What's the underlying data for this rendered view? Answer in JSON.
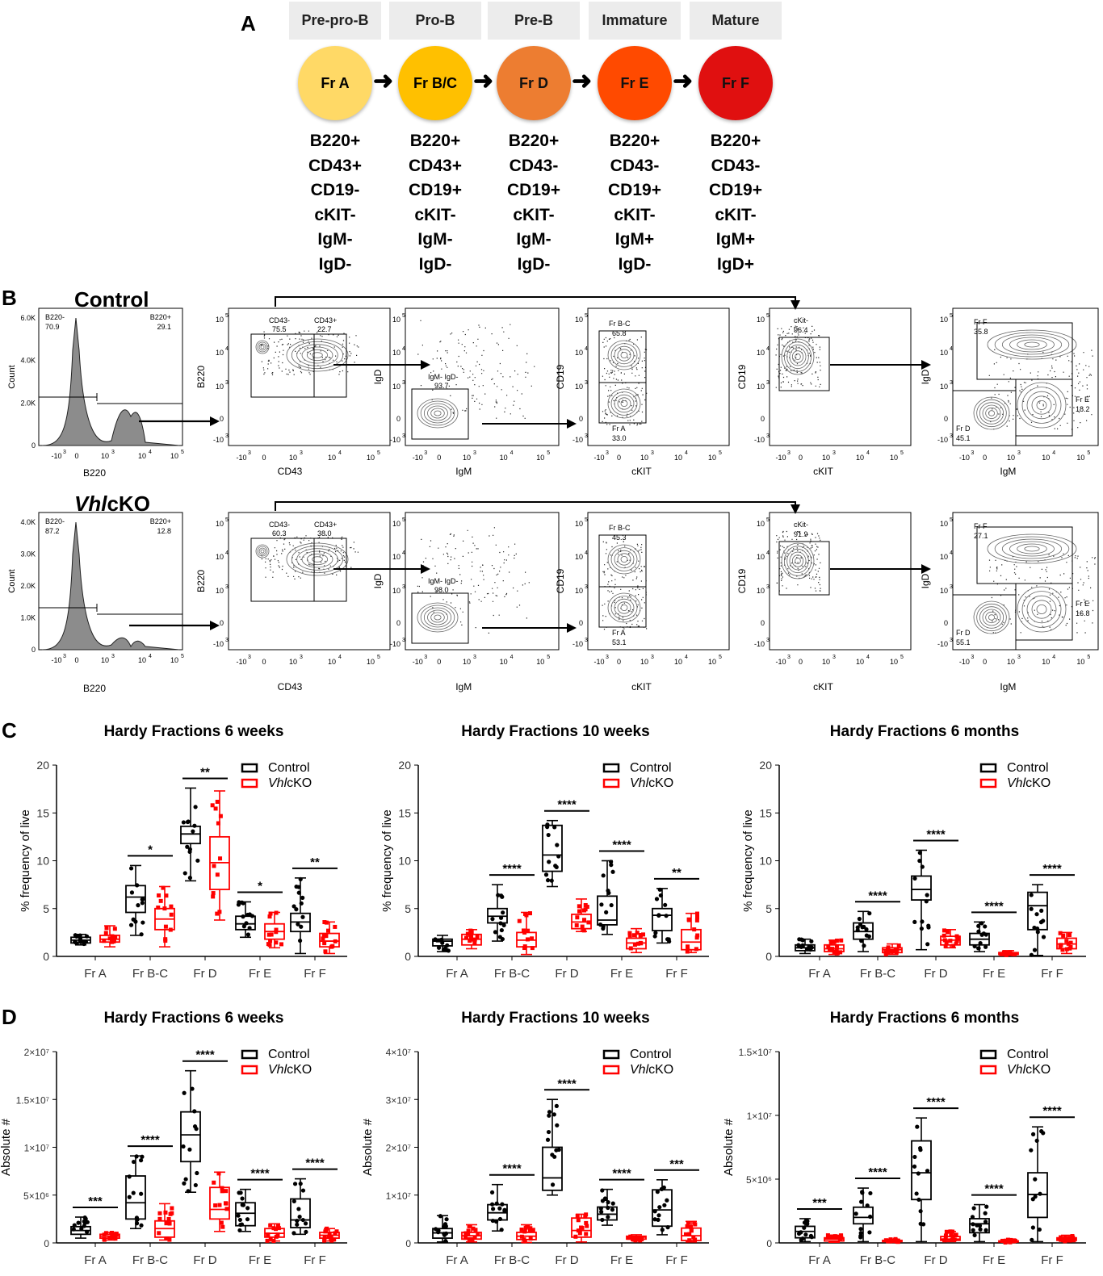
{
  "panel_labels": {
    "a": "A",
    "b": "B",
    "c": "C",
    "d": "D"
  },
  "panel_a": {
    "stages": [
      {
        "stage": "Pre-pro-B",
        "fraction": "Fr A",
        "color": "#ffd966",
        "markers": [
          "B220+",
          "CD43+",
          "CD19-",
          "cKIT-",
          "IgM-",
          "IgD-"
        ]
      },
      {
        "stage": "Pro-B",
        "fraction": "Fr B/C",
        "color": "#ffc000",
        "markers": [
          "B220+",
          "CD43+",
          "CD19+",
          "cKIT-",
          "IgM-",
          "IgD-"
        ]
      },
      {
        "stage": "Pre-B",
        "fraction": "Fr D",
        "color": "#ed7d31",
        "markers": [
          "B220+",
          "CD43-",
          "CD19+",
          "cKIT-",
          "IgM-",
          "IgD-"
        ]
      },
      {
        "stage": "Immature",
        "fraction": "Fr E",
        "color": "#ff4a00",
        "markers": [
          "B220+",
          "CD43-",
          "CD19+",
          "cKIT-",
          "IgM+",
          "IgD-"
        ]
      },
      {
        "stage": "Mature",
        "fraction": "Fr F",
        "color": "#e01010",
        "markers": [
          "B220+",
          "CD43-",
          "CD19+",
          "cKIT-",
          "IgM+",
          "IgD+"
        ]
      }
    ]
  },
  "panel_b": {
    "rows": [
      {
        "title": "Control",
        "title_italic": "",
        "title_rest": "Control",
        "hist": {
          "yticks": [
            "6.0K",
            "4.0K",
            "2.0K",
            "0"
          ],
          "ylabel": "Count",
          "xlabel": "B220",
          "neg_label": "B220-",
          "neg_val": "70.9",
          "pos_label": "B220+",
          "pos_val": "29.1"
        },
        "plots": [
          {
            "xlabel": "CD43",
            "ylabel": "B220",
            "gates": [
              "CD43-",
              "75.5",
              "CD43+",
              "22.7"
            ]
          },
          {
            "xlabel": "IgM",
            "ylabel": "IgD",
            "gates": [
              "IgM- IgD-",
              "93.7"
            ]
          },
          {
            "xlabel": "cKIT",
            "ylabel": "CD19",
            "gates": [
              "Fr B-C",
              "65.8",
              "Fr A",
              "33.0"
            ]
          },
          {
            "xlabel": "cKIT",
            "ylabel": "CD19",
            "gates": [
              "cKit-",
              "96.4"
            ]
          },
          {
            "xlabel": "IgM",
            "ylabel": "IgD",
            "gates": [
              "Fr F",
              "35.8",
              "Fr E",
              "18.2",
              "Fr D",
              "45.1"
            ]
          }
        ]
      },
      {
        "title": "VhlcKO",
        "title_italic": "Vhl",
        "title_rest": "cKO",
        "hist": {
          "yticks": [
            "4.0K",
            "3.0K",
            "2.0K",
            "1.0K",
            "0"
          ],
          "ylabel": "Count",
          "xlabel": "B220",
          "neg_label": "B220-",
          "neg_val": "87.2",
          "pos_label": "B220+",
          "pos_val": "12.8"
        },
        "plots": [
          {
            "xlabel": "CD43",
            "ylabel": "B220",
            "gates": [
              "CD43-",
              "60.3",
              "CD43+",
              "38.0"
            ]
          },
          {
            "xlabel": "IgM",
            "ylabel": "IgD",
            "gates": [
              "IgM- IgD-",
              "98.0"
            ]
          },
          {
            "xlabel": "cKIT",
            "ylabel": "CD19",
            "gates": [
              "Fr B-C",
              "45.3",
              "Fr A",
              "53.1"
            ]
          },
          {
            "xlabel": "cKIT",
            "ylabel": "CD19",
            "gates": [
              "cKit-",
              "91.9"
            ]
          },
          {
            "xlabel": "IgM",
            "ylabel": "IgD",
            "gates": [
              "Fr F",
              "27.1",
              "Fr E",
              "16.8",
              "Fr D",
              "55.1"
            ]
          }
        ]
      }
    ],
    "log_ticks": [
      "-10",
      "0",
      "10",
      "10",
      "10"
    ],
    "log_exps": [
      "3",
      "",
      "3",
      "4",
      "5"
    ],
    "hist_xticks": [
      "-10",
      "0",
      "10",
      "10",
      "10"
    ]
  },
  "chart_data": [
    {
      "type": "box",
      "panel": "C",
      "title": "Hardy Fractions 6 weeks",
      "ylabel": "% frequency of live",
      "xlabel": "",
      "ylim": [
        0,
        20
      ],
      "yticks": [
        "0",
        "5",
        "10",
        "15",
        "20"
      ],
      "categories": [
        "Fr A",
        "Fr B-C",
        "Fr D",
        "Fr E",
        "Fr F"
      ],
      "legend": {
        "position": "top-right"
      },
      "series": [
        {
          "name": "Control",
          "color": "#000000",
          "boxes": [
            [
              1.2,
              1.4,
              1.7,
              2.0,
              2.3
            ],
            [
              2.2,
              4.6,
              6.2,
              7.4,
              9.5
            ],
            [
              7.9,
              11.8,
              12.8,
              13.6,
              17.6
            ],
            [
              2.0,
              2.8,
              3.4,
              4.2,
              5.7
            ],
            [
              0.3,
              2.6,
              3.6,
              4.5,
              8.2
            ]
          ]
        },
        {
          "name": "VhlcKO",
          "color": "#ff0000",
          "boxes": [
            [
              1.0,
              1.5,
              1.8,
              2.2,
              3.2
            ],
            [
              1.0,
              2.8,
              3.9,
              5.0,
              7.3
            ],
            [
              3.8,
              7.0,
              9.8,
              12.5,
              17.3
            ],
            [
              0.9,
              1.8,
              2.6,
              3.4,
              4.6
            ],
            [
              0.3,
              1.0,
              1.6,
              2.4,
              3.6
            ]
          ]
        }
      ],
      "significance": [
        "",
        "*",
        "**",
        "*",
        "**"
      ]
    },
    {
      "type": "box",
      "panel": "C",
      "title": "Hardy Fractions 10 weeks",
      "ylabel": "% frequency of live",
      "xlabel": "",
      "ylim": [
        0,
        20
      ],
      "yticks": [
        "0",
        "5",
        "10",
        "15",
        "20"
      ],
      "categories": [
        "Fr A",
        "Fr B-C",
        "Fr D",
        "Fr E",
        "Fr F"
      ],
      "legend": {
        "position": "top-right"
      },
      "series": [
        {
          "name": "Control",
          "color": "#000000",
          "boxes": [
            [
              0.5,
              1.1,
              1.6,
              1.8,
              2.2
            ],
            [
              1.6,
              3.5,
              4.2,
              5.0,
              7.5
            ],
            [
              7.3,
              8.9,
              10.6,
              13.7,
              14.2
            ],
            [
              2.3,
              3.3,
              3.8,
              6.3,
              10.0
            ],
            [
              1.4,
              2.7,
              4.3,
              5.0,
              7.1
            ]
          ]
        },
        {
          "name": "VhlcKO",
          "color": "#ff0000",
          "boxes": [
            [
              0.8,
              1.2,
              1.8,
              2.3,
              2.8
            ],
            [
              0.2,
              1.0,
              1.7,
              2.5,
              4.6
            ],
            [
              2.6,
              2.9,
              3.6,
              4.4,
              6.0
            ],
            [
              0.4,
              0.8,
              1.4,
              1.9,
              2.9
            ],
            [
              0.4,
              0.7,
              1.5,
              2.8,
              4.5
            ]
          ]
        }
      ],
      "significance": [
        "",
        "****",
        "****",
        "****",
        "**"
      ]
    },
    {
      "type": "box",
      "panel": "C",
      "title": "Hardy Fractions 6 months",
      "ylabel": "% frequency of live",
      "xlabel": "",
      "ylim": [
        0,
        20
      ],
      "yticks": [
        "0",
        "5",
        "10",
        "15",
        "20"
      ],
      "categories": [
        "Fr A",
        "Fr B-C",
        "Fr D",
        "Fr E",
        "Fr F"
      ],
      "legend": {
        "position": "top-right"
      },
      "series": [
        {
          "name": "Control",
          "color": "#000000",
          "boxes": [
            [
              0.3,
              0.6,
              0.9,
              1.2,
              1.8
            ],
            [
              0.5,
              1.8,
              2.6,
              3.5,
              4.7
            ],
            [
              0.7,
              5.9,
              7.0,
              8.4,
              11.1
            ],
            [
              0.5,
              1.2,
              1.8,
              2.4,
              3.6
            ],
            [
              0.1,
              2.8,
              5.3,
              6.7,
              7.5
            ]
          ]
        },
        {
          "name": "VhlcKO",
          "color": "#ff0000",
          "boxes": [
            [
              0.2,
              0.5,
              0.8,
              1.2,
              1.7
            ],
            [
              0.2,
              0.4,
              0.7,
              0.9,
              1.3
            ],
            [
              0.9,
              1.2,
              1.7,
              2.1,
              2.8
            ],
            [
              0.1,
              0.2,
              0.3,
              0.4,
              0.6
            ],
            [
              0.3,
              0.8,
              1.3,
              1.9,
              2.5
            ]
          ]
        }
      ],
      "significance": [
        "",
        "****",
        "****",
        "****",
        "****"
      ]
    },
    {
      "type": "box",
      "panel": "D",
      "title": "Hardy Fractions 6 weeks",
      "ylabel": "Absolute #",
      "xlabel": "",
      "ylim": [
        0,
        20000000
      ],
      "yticks": [
        "0",
        "5×10⁶",
        "1×10⁷",
        "1.5×10⁷",
        "2×10⁷"
      ],
      "categories": [
        "Fr A",
        "Fr B-C",
        "Fr D",
        "Fr E",
        "Fr F"
      ],
      "legend": {
        "position": "top-right"
      },
      "series": [
        {
          "name": "Control",
          "color": "#000000",
          "boxes": [
            [
              500000,
              900000,
              1300000,
              1700000,
              2700000
            ],
            [
              1500000,
              2500000,
              4200000,
              7000000,
              9100000
            ],
            [
              5300000,
              8500000,
              11300000,
              13700000,
              18000000
            ],
            [
              1200000,
              1800000,
              3100000,
              4200000,
              5600000
            ],
            [
              900000,
              1600000,
              2400000,
              4600000,
              6700000
            ]
          ]
        },
        {
          "name": "VhlcKO",
          "color": "#ff0000",
          "boxes": [
            [
              300000,
              500000,
              700000,
              900000,
              1100000
            ],
            [
              300000,
              600000,
              1500000,
              2300000,
              4100000
            ],
            [
              1200000,
              2500000,
              3500000,
              5800000,
              7400000
            ],
            [
              200000,
              600000,
              1000000,
              1500000,
              2000000
            ],
            [
              200000,
              500000,
              800000,
              1100000,
              1500000
            ]
          ]
        }
      ],
      "significance": [
        "***",
        "****",
        "****",
        "****",
        "****"
      ]
    },
    {
      "type": "box",
      "panel": "D",
      "title": "Hardy Fractions 10 weeks",
      "ylabel": "Absolute #",
      "xlabel": "",
      "ylim": [
        0,
        40000000
      ],
      "yticks": [
        "0",
        "1×10⁷",
        "2×10⁷",
        "3×10⁷",
        "4×10⁷"
      ],
      "categories": [
        "Fr A",
        "Fr B-C",
        "Fr D",
        "Fr E",
        "Fr F"
      ],
      "legend": {
        "position": "top-right"
      },
      "series": [
        {
          "name": "Control",
          "color": "#000000",
          "boxes": [
            [
              200000,
              1000000,
              2100000,
              3000000,
              5700000
            ],
            [
              2500000,
              4800000,
              6300000,
              8000000,
              12200000
            ],
            [
              10000000,
              11000000,
              13600000,
              20000000,
              30000000
            ],
            [
              3700000,
              4800000,
              6000000,
              7500000,
              11200000
            ],
            [
              1700000,
              3500000,
              6900000,
              11100000,
              13200000
            ]
          ]
        },
        {
          "name": "VhlcKO",
          "color": "#ff0000",
          "boxes": [
            [
              200000,
              800000,
              1500000,
              2200000,
              3800000
            ],
            [
              100000,
              700000,
              1400000,
              2200000,
              3800000
            ],
            [
              200000,
              1200000,
              2600000,
              5200000,
              6000000
            ],
            [
              500000,
              800000,
              1200000,
              1400000,
              1700000
            ],
            [
              200000,
              500000,
              1500000,
              3100000,
              4500000
            ]
          ]
        }
      ],
      "significance": [
        "",
        "****",
        "****",
        "****",
        "***"
      ]
    },
    {
      "type": "box",
      "panel": "D",
      "title": "Hardy Fractions 6 months",
      "ylabel": "Absolute #",
      "xlabel": "",
      "ylim": [
        0,
        15000000
      ],
      "yticks": [
        "0",
        "5×10⁶",
        "1×10⁷",
        "1.5×10⁷"
      ],
      "categories": [
        "Fr A",
        "Fr B-C",
        "Fr D",
        "Fr E",
        "Fr F"
      ],
      "legend": {
        "position": "top-right"
      },
      "series": [
        {
          "name": "Control",
          "color": "#000000",
          "boxes": [
            [
              100000,
              400000,
              900000,
              1300000,
              1900000
            ],
            [
              100000,
              1500000,
              2000000,
              2800000,
              4300000
            ],
            [
              100000,
              3400000,
              5500000,
              8000000,
              9800000
            ],
            [
              100000,
              800000,
              1500000,
              1900000,
              3000000
            ],
            [
              100000,
              2000000,
              3800000,
              5500000,
              9100000
            ]
          ]
        },
        {
          "name": "VhlcKO",
          "color": "#ff0000",
          "boxes": [
            [
              50000,
              150000,
              300000,
              400000,
              600000
            ],
            [
              30000,
              100000,
              150000,
              200000,
              300000
            ],
            [
              100000,
              200000,
              300000,
              500000,
              900000
            ],
            [
              30000,
              80000,
              120000,
              160000,
              250000
            ],
            [
              100000,
              200000,
              300000,
              400000,
              600000
            ]
          ]
        }
      ],
      "significance": [
        "***",
        "****",
        "****",
        "****",
        "****"
      ]
    }
  ]
}
